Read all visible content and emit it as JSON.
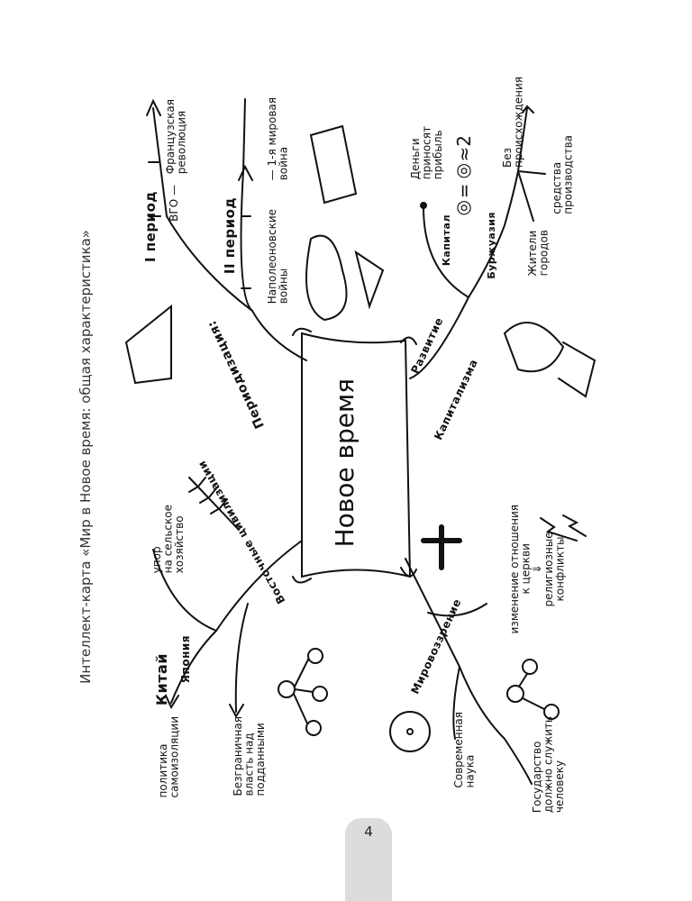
{
  "page_title": "Интеллект-карта «Мир в Новое время: общая характеристика»",
  "page_number": "4",
  "center": "Новое время",
  "periodization": {
    "label": "Периодизация:",
    "period1": {
      "label": "I период",
      "from": "ВГО —",
      "to": "Французская\nреволюция"
    },
    "period2": {
      "label": "II период",
      "from": "Наполеоновские\nвойны",
      "to": "— 1-я мировая\nвойна"
    }
  },
  "capitalism": {
    "label1": "Развитие",
    "label2": "Капитализма",
    "capital": "Капитал",
    "capital_note": "Деньги\nприносят\nприбыль",
    "capital_formula": "◎=◎≈2",
    "bourgeoisie": "Буржуазия",
    "b1": "Без\nпроисхождения",
    "b2": "средства\nпроизводства",
    "b3": "Жители\nгородов"
  },
  "east": {
    "label": "Восточные цивилизации",
    "agri": "упор\nна сельское\nхозяйство",
    "china": "Китай",
    "japan": "Япония",
    "isolation": "политика\nсамоизоляции",
    "power": "Безграничная\nвласть над\nподданными"
  },
  "worldview": {
    "label": "Мировоззрение",
    "church": "изменение отношения\nк церкви\n⇓\nрелигиозные\nконфликты",
    "science": "Современная\nнаука",
    "state": "Государство\nдолжно служить\nчеловеку"
  }
}
